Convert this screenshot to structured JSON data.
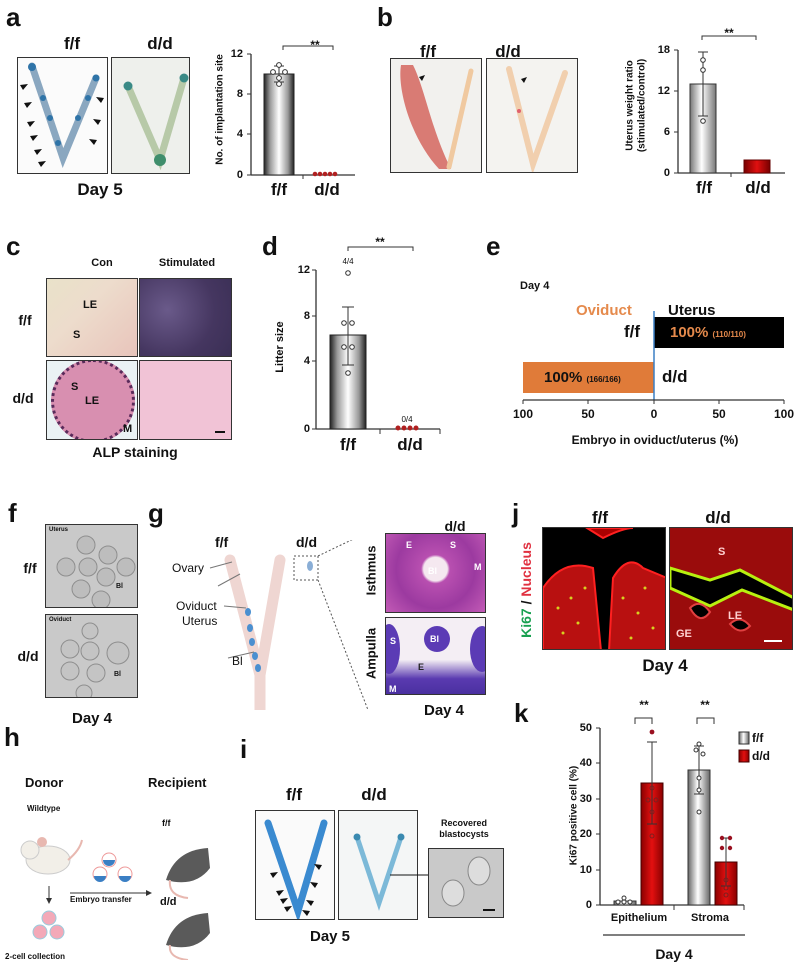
{
  "panels": {
    "a": {
      "label": "a",
      "col1": "f/f",
      "col2": "d/d",
      "caption": "Day 5",
      "chart": {
        "ylabel": "No. of implantation site",
        "yticks": [
          "0",
          "4",
          "8",
          "12"
        ],
        "xticks": [
          "f/f",
          "d/d"
        ],
        "sig": "**"
      }
    },
    "b": {
      "label": "b",
      "col1": "f/f",
      "col2": "d/d",
      "chart": {
        "ylabel1": "Uterus weight ratio",
        "ylabel2": "(stimulated/control)",
        "yticks": [
          "0",
          "6",
          "12",
          "18"
        ],
        "xticks": [
          "f/f",
          "d/d"
        ],
        "sig": "**"
      }
    },
    "c": {
      "label": "c",
      "col1": "Con",
      "col2": "Stimulated",
      "row1": "f/f",
      "row2": "d/d",
      "annot": {
        "le": "LE",
        "s": "S",
        "m": "M"
      },
      "caption": "ALP staining"
    },
    "d": {
      "label": "d",
      "chart": {
        "ylabel": "Litter size",
        "yticks": [
          "0",
          "4",
          "8",
          "12"
        ],
        "xticks": [
          "f/f",
          "d/d"
        ],
        "sig": "**",
        "ff_ratio": "4/4",
        "dd_ratio": "0/4"
      }
    },
    "e": {
      "label": "e",
      "day": "Day 4",
      "left_title": "Oviduct",
      "right_title": "Uterus",
      "row1": "f/f",
      "row2": "d/d",
      "bar1_pct": "100%",
      "bar1_count": "(110/110)",
      "bar2_pct": "100%",
      "bar2_count": "(166/166)",
      "xticks": [
        "100",
        "50",
        "0",
        "50",
        "100"
      ],
      "xlabel": "Embryo in oviduct/uterus (%)"
    },
    "f": {
      "label": "f",
      "row1": "f/f",
      "row2": "d/d",
      "img1": "Uterus",
      "img2": "Oviduct",
      "bl": "Bl",
      "caption": "Day 4"
    },
    "g": {
      "label": "g",
      "col1": "f/f",
      "col2": "d/d",
      "col3": "d/d",
      "parts": {
        "ovary": "Ovary",
        "oviduct": "Oviduct",
        "uterus": "Uterus",
        "bl": "Bl"
      },
      "row1": "Isthmus",
      "row2": "Ampulla",
      "annot": {
        "e": "E",
        "s": "S",
        "m": "M",
        "bl": "Bl"
      },
      "caption": "Day 4"
    },
    "h": {
      "label": "h",
      "donor": "Donor",
      "wildtype": "Wildtype",
      "recipient": "Recipient",
      "r1": "f/f",
      "r2": "d/d",
      "transfer": "Embryo transfer",
      "collection": "2-cell collection"
    },
    "i": {
      "label": "i",
      "col1": "f/f",
      "col2": "d/d",
      "recovered1": "Recovered",
      "recovered2": "blastocysts",
      "caption": "Day 5"
    },
    "j": {
      "label": "j",
      "col1": "f/f",
      "col2": "d/d",
      "ylabel_green": "Ki67",
      "ylabel_sep": " / ",
      "ylabel_red": "Nucleus",
      "annot": {
        "s": "S",
        "le": "LE",
        "ge": "GE"
      },
      "caption": "Day 4"
    },
    "k": {
      "label": "k",
      "chart": {
        "ylabel": "Ki67 positive cell (%)",
        "yticks": [
          "0",
          "10",
          "20",
          "30",
          "40",
          "50"
        ],
        "xticks": [
          "Epithelium",
          "Stroma"
        ],
        "legend": [
          "f/f",
          "d/d"
        ],
        "sig1": "**",
        "sig2": "**",
        "caption": "Day 4"
      }
    }
  },
  "chart_data": [
    {
      "type": "bar",
      "panel": "a",
      "title": "",
      "xlabel": "",
      "ylabel": "No. of implantation site",
      "categories": [
        "f/f",
        "d/d"
      ],
      "values": [
        10,
        0
      ],
      "error": [
        0.8,
        0
      ],
      "points": {
        "f/f": [
          9,
          10,
          10,
          11,
          10.5
        ],
        "d/d": [
          0,
          0,
          0,
          0,
          0
        ]
      },
      "ylim": [
        0,
        12
      ],
      "significance": "**",
      "colors": {
        "f/f": "#e8e8e8",
        "d/d": "#c00000"
      }
    },
    {
      "type": "bar",
      "panel": "b",
      "title": "",
      "ylabel": "Uterus weight ratio (stimulated/control)",
      "categories": [
        "f/f",
        "d/d"
      ],
      "values": [
        13,
        1.8
      ],
      "error": [
        4.7,
        0.3
      ],
      "points": {
        "f/f": [
          16.5,
          15,
          7.5
        ],
        "d/d": [
          2,
          1.8,
          1.7,
          1.9
        ]
      },
      "ylim": [
        0,
        18
      ],
      "significance": "**"
    },
    {
      "type": "bar",
      "panel": "d",
      "title": "",
      "ylabel": "Litter size",
      "categories": [
        "f/f",
        "d/d"
      ],
      "values": [
        8.2,
        0
      ],
      "error": [
        2.6,
        0
      ],
      "points": {
        "f/f": [
          12.3,
          9,
          9,
          7,
          7,
          4.7
        ],
        "d/d": [
          0,
          0,
          0,
          0
        ]
      },
      "annotations": {
        "f/f": "4/4",
        "d/d": "0/4"
      },
      "ylim": [
        0,
        12
      ],
      "significance": "**"
    },
    {
      "type": "bar",
      "panel": "e",
      "orientation": "horizontal-diverging",
      "title": "Day 4",
      "xlabel": "Embryo in oviduct/uterus (%)",
      "categories": [
        "f/f",
        "d/d"
      ],
      "series": [
        {
          "name": "Oviduct",
          "values": [
            0,
            100
          ],
          "color": "#e07b39"
        },
        {
          "name": "Uterus",
          "values": [
            100,
            0
          ],
          "color": "#000000"
        }
      ],
      "labels": {
        "f/f": "100% (110/110)",
        "d/d": "100% (166/166)"
      },
      "xlim": [
        -100,
        100
      ],
      "xticks": [
        100,
        50,
        0,
        50,
        100
      ]
    },
    {
      "type": "bar",
      "panel": "k",
      "title": "",
      "xlabel": "Day 4",
      "ylabel": "Ki67 positive cell (%)",
      "categories": [
        "Epithelium",
        "Stroma"
      ],
      "series": [
        {
          "name": "f/f",
          "values": [
            1,
            38
          ],
          "error": [
            0.5,
            7
          ],
          "color": "#e8e8e8"
        },
        {
          "name": "d/d",
          "values": [
            34.5,
            12
          ],
          "error": [
            11.5,
            7
          ],
          "color": "#d10000"
        }
      ],
      "ylim": [
        0,
        50
      ],
      "legend_position": "top-right",
      "significance": [
        "**",
        "**"
      ]
    }
  ]
}
